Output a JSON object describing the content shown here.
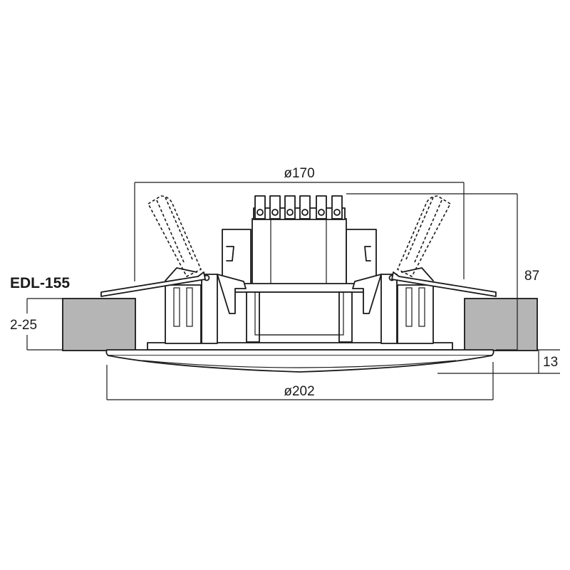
{
  "model_name": "EDL-155",
  "dimensions": {
    "cutout_diameter": "ø170",
    "overall_diameter": "ø202",
    "depth": "87",
    "ceiling_thickness": "2-25",
    "grille_height": "13"
  },
  "colors": {
    "ceiling_fill": "#b5b5b5",
    "line": "#1a1a1a"
  }
}
